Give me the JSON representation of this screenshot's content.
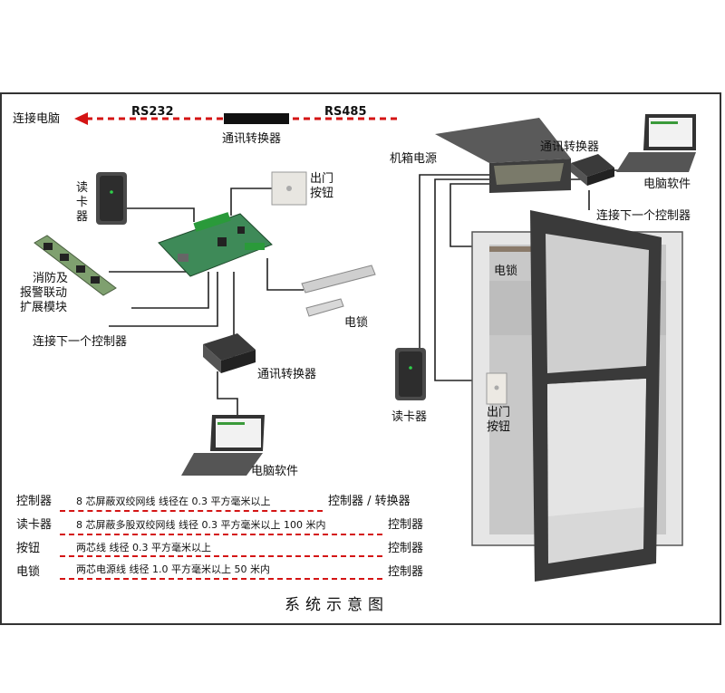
{
  "top_line": {
    "connect_pc": "连接电脑",
    "rs232": "RS232",
    "rs485": "RS485",
    "converter": "通讯转换器"
  },
  "left_diagram": {
    "card_reader": "读卡器",
    "exit_button": "出门按钮",
    "exit_button_line1": "出门",
    "exit_button_line2": "按钮",
    "fire_module_line1": "消防及",
    "fire_module_line2": "报警联动",
    "fire_module_line3": "扩展模块",
    "electric_lock": "电锁",
    "next_controller": "连接下一个控制器",
    "converter": "通讯转换器",
    "pc_software": "电脑软件"
  },
  "right_diagram": {
    "chassis_power": "机箱电源",
    "converter": "通讯转换器",
    "pc_software": "电脑软件",
    "next_controller": "连接下一个控制器",
    "electric_lock": "电锁",
    "card_reader": "读卡器",
    "exit_button_line1": "出门",
    "exit_button_line2": "按钮"
  },
  "specs": [
    {
      "device": "控制器",
      "cable": "8 芯屏蔽双绞网线  线径在 0.3 平方毫米以上",
      "target": "控制器 / 转换器"
    },
    {
      "device": "读卡器",
      "cable": "8 芯屏蔽多股双绞网线  线径 0.3 平方毫米以上  100 米内",
      "target": "控制器"
    },
    {
      "device": "按钮",
      "cable": "两芯线   线径 0.3 平方毫米以上",
      "target": "控制器"
    },
    {
      "device": "电锁",
      "cable": "两芯电源线  线径 1.0 平方毫米以上   50 米内",
      "target": "控制器"
    }
  ],
  "footer": {
    "title": "系统示意图"
  },
  "colors": {
    "dashed_red": "#d41414",
    "wire": "#222222",
    "door_frame": "#3a3a3a"
  }
}
